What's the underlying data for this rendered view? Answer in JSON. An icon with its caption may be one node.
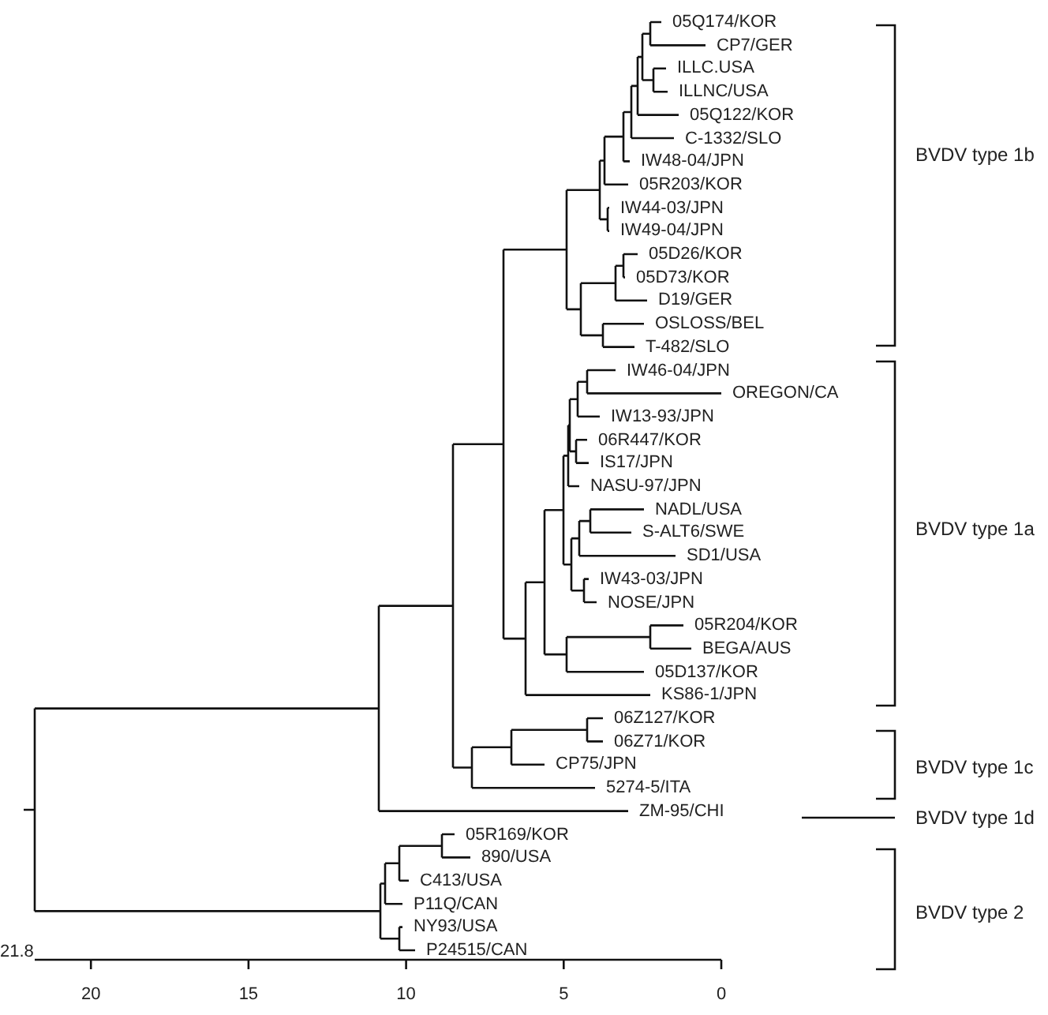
{
  "diagram": {
    "labels": [
      "05Q174/KOR",
      "CP7/GER",
      "ILLC.USA",
      "ILLNC/USA",
      "05Q122/KOR",
      "C-1332/SLO",
      "IW48-04/JPN",
      "05R203/KOR",
      "IW44-03/JPN",
      "IW49-04/JPN",
      "05D26/KOR",
      "05D73/KOR",
      "D19/GER",
      "OSLOSS/BEL",
      "T-482/SLO",
      "IW46-04/JPN",
      "OREGON/CA",
      "IW13-93/JPN",
      "06R447/KOR",
      "IS17/JPN",
      "NASU-97/JPN",
      "NADL/USA",
      "S-ALT6/SWE",
      "SD1/USA",
      "IW43-03/JPN",
      "NOSE/JPN",
      "05R204/KOR",
      "BEGA/AUS",
      "05D137/KOR",
      "KS86-1/JPN",
      "06Z127/KOR",
      "06Z71/KOR",
      "CP75/JPN",
      "5274-5/ITA",
      "ZM-95/CHI",
      "05R169/KOR",
      "890/USA",
      "C413/USA",
      "P11Q/CAN",
      "NY93/USA",
      "P24515/CAN",
      "BVDV type 1b",
      "BVDV type 1a",
      "BVDV type 1c",
      "BVDV type 1d",
      "BVDV type 2",
      "21.8",
      "20",
      "15",
      "10",
      "5",
      "0"
    ]
  }
}
